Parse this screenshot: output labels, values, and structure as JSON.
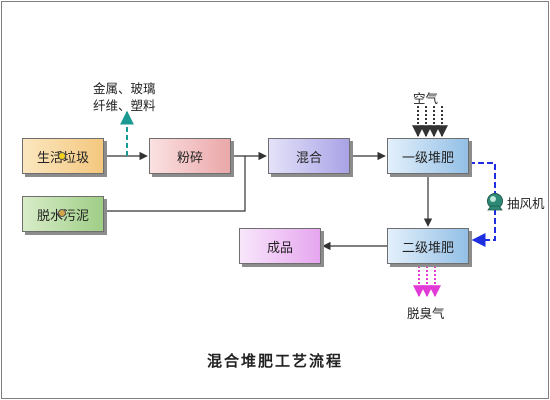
{
  "nodes": {
    "garbage": "生活垃圾",
    "sludge": "脱水污泥",
    "crush": "粉碎",
    "mix": "混合",
    "first_stage": "一级堆肥",
    "second_stage": "二级堆肥",
    "product": "成品"
  },
  "labels": {
    "recyclables_line1": "金属、玻璃",
    "recyclables_line2": "纤维、塑料",
    "air": "空气",
    "exhaust_fan": "抽风机",
    "deodorized_gas": "脱臭气"
  },
  "title": "混合堆肥工艺流程",
  "colors": {
    "recyclables_arrow": "#1a9a93",
    "air_arrows": "#333333",
    "exhaust_loop": "#1f2fe0",
    "deodor_arrows": "#e23ad6",
    "fan_body": "#2e8a76"
  }
}
